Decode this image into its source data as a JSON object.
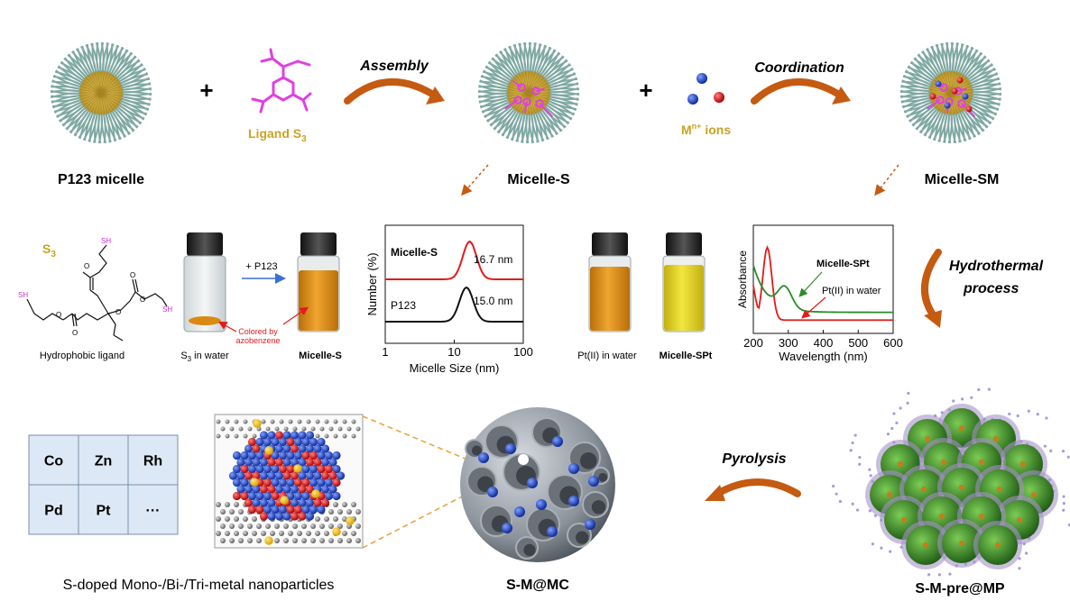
{
  "colors": {
    "arrow": "#c55a11",
    "corona": "#7fa8a2",
    "core": "#d8b43a",
    "ligand": "#e040e0",
    "ion_red": "#d62020",
    "ion_blue": "#1f55c8",
    "gold_text": "#c9a227",
    "curve_red": "#e41a1c",
    "curve_black": "#111111",
    "curve_green": "#2a8c2a",
    "vial_amber": "#d98a12",
    "vial_yellow": "#e8d020",
    "table_fill": "#dce8f5",
    "carbon_gray": "#8a9099",
    "metal_blue": "#1a2fb0",
    "green_sphere": "#3f8f2e"
  },
  "top_row": {
    "p123_label": "P123 micelle",
    "plus1": "+",
    "ligand_label": "Ligand S",
    "ligand_sub": "3",
    "assembly_label": "Assembly",
    "micelle_s_label": "Micelle-S",
    "plus2": "+",
    "ions_label_main": "M",
    "ions_label_sup": "n+",
    "ions_label_rest": " ions",
    "coordination_label": "Coordination",
    "micelle_sm_label": "Micelle-SM"
  },
  "middle_row": {
    "s3_label": "S",
    "s3_sub": "3",
    "sh": "SH",
    "hydrophobic_label": "Hydrophobic ligand",
    "plus_p123": "+ P123",
    "vial1_caption": "S",
    "vial1_caption_sub": "3",
    "vial1_caption_rest": " in water",
    "vial2_caption": "Micelle-S",
    "colored_by_1": "Colored by",
    "colored_by_2": "azobenzene",
    "pt_water_caption": "Pt(II) in water",
    "micelle_spt_caption": "Micelle-SPt",
    "hydrothermal_1": "Hydrothermal",
    "hydrothermal_2": "process"
  },
  "dls_chart": {
    "ylabel": "Number (%)",
    "xlabel": "Micelle Size (nm)",
    "xticks": [
      "1",
      "10",
      "100"
    ],
    "series_a_label": "Micelle-S",
    "series_a_size": "16.7 nm",
    "series_b_label": "P123",
    "series_b_size": "15.0 nm"
  },
  "uv_chart": {
    "ylabel": "Absorbance",
    "xlabel": "Wavelength (nm)",
    "xticks": [
      "200",
      "300",
      "400",
      "500",
      "600"
    ],
    "green_label": "Micelle-SPt",
    "red_label": "Pt(II) in water"
  },
  "bottom_row": {
    "table_cells": [
      [
        "Co",
        "Zn",
        "Rh"
      ],
      [
        "Pd",
        "Pt",
        "···"
      ]
    ],
    "nanoparticles_label": "S-doped Mono-/Bi-/Tri-metal nanoparticles",
    "smmc_label": "S-M@MC",
    "pyrolysis_label": "Pyrolysis",
    "smpre_label": "S-M-pre@MP"
  }
}
